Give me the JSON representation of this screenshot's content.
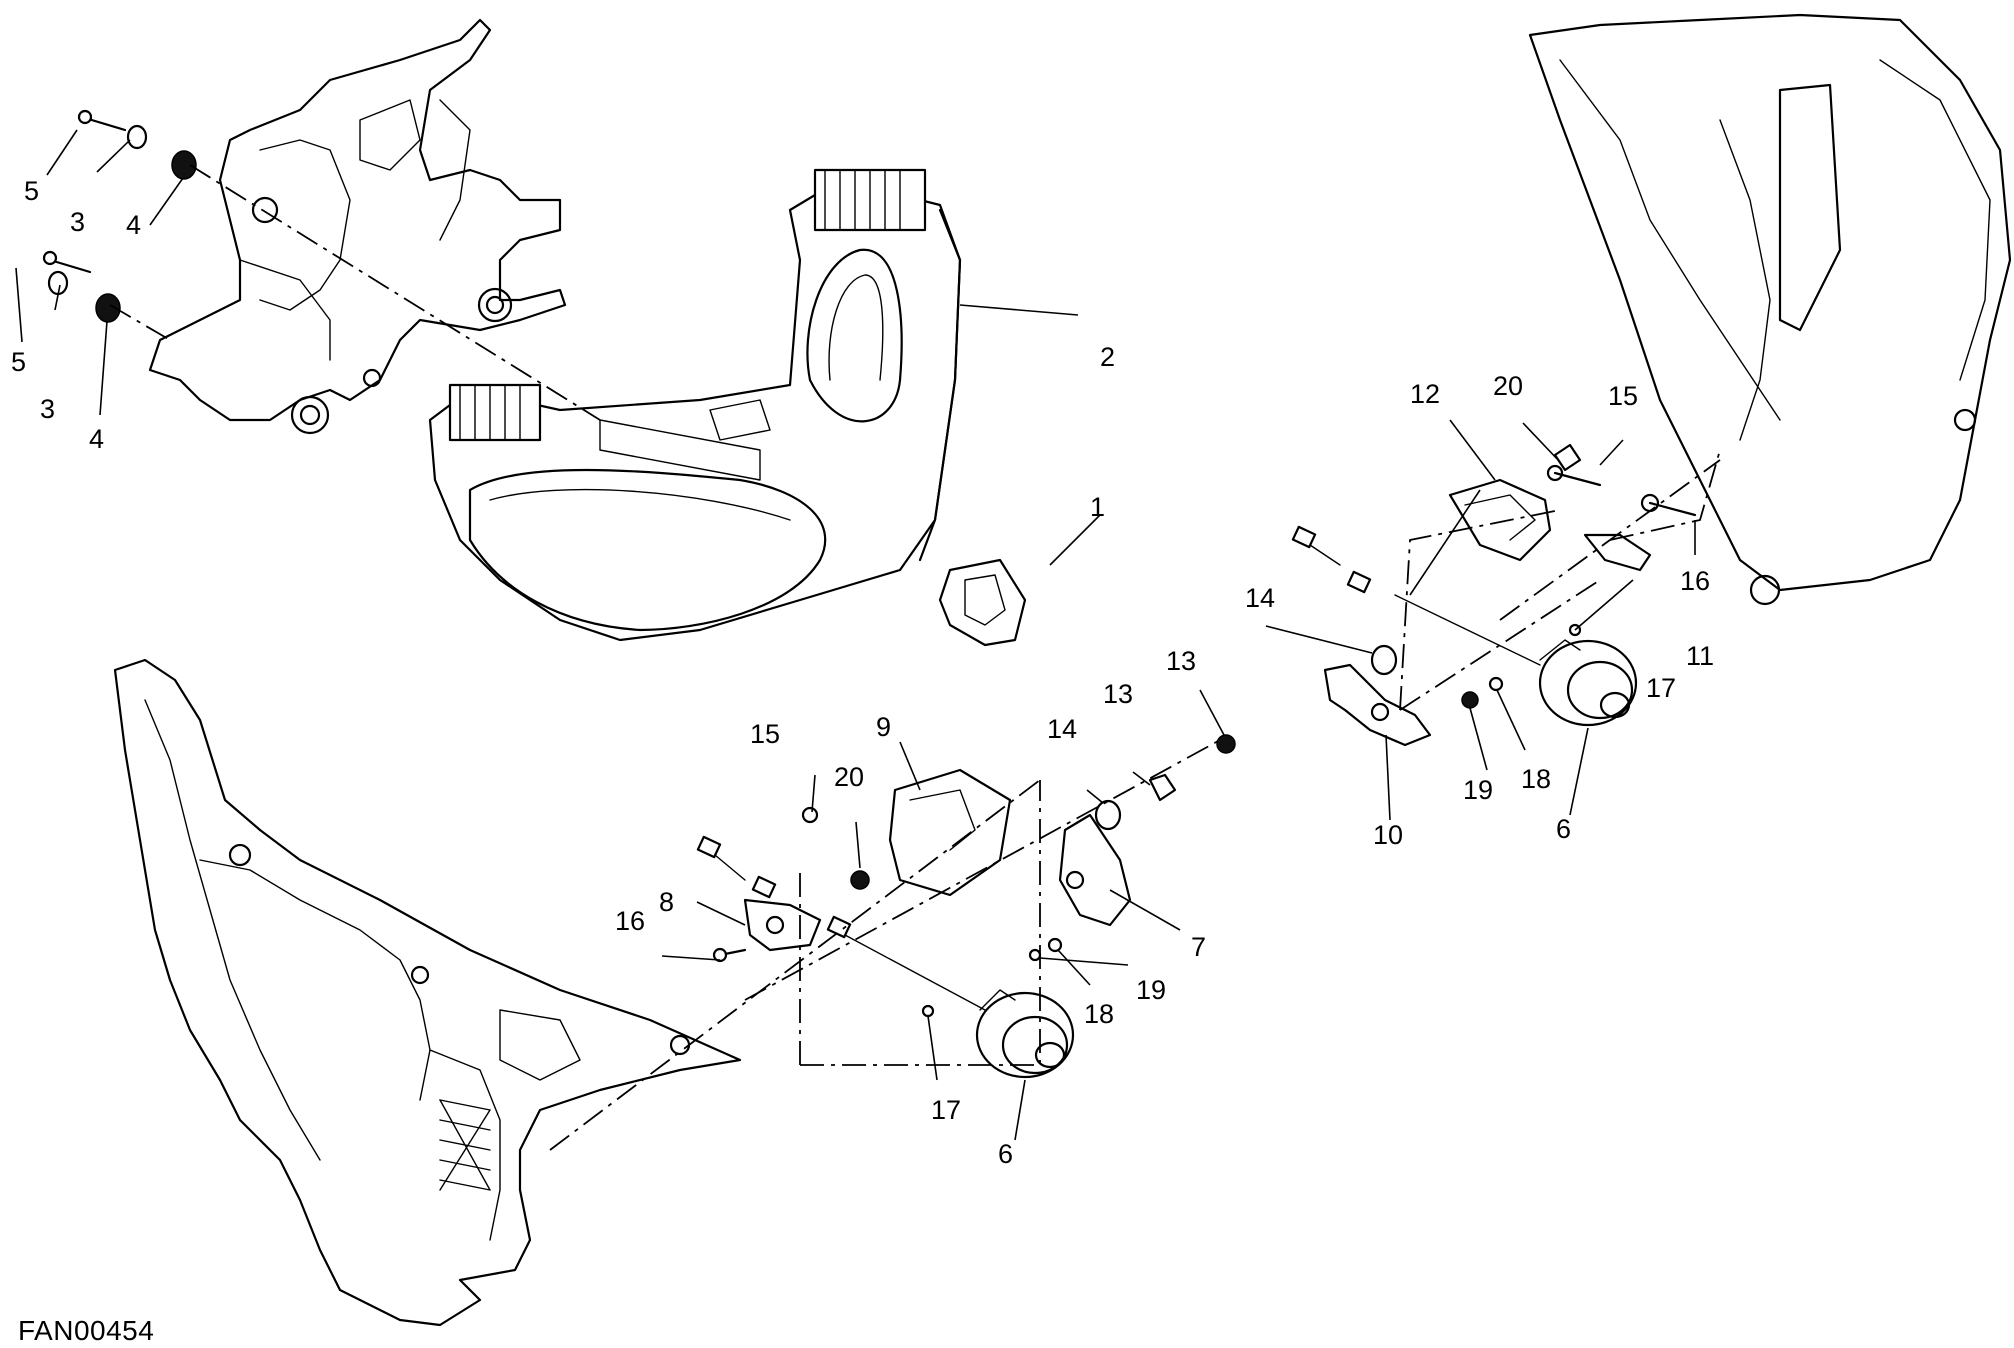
{
  "diagram": {
    "code": "FAN00454",
    "callouts": [
      {
        "id": "c1",
        "label": "1"
      },
      {
        "id": "c2",
        "label": "2"
      },
      {
        "id": "c3a",
        "label": "3"
      },
      {
        "id": "c3b",
        "label": "3"
      },
      {
        "id": "c4a",
        "label": "4"
      },
      {
        "id": "c4b",
        "label": "4"
      },
      {
        "id": "c5a",
        "label": "5"
      },
      {
        "id": "c5b",
        "label": "5"
      },
      {
        "id": "c6a",
        "label": "6"
      },
      {
        "id": "c6b",
        "label": "6"
      },
      {
        "id": "c7",
        "label": "7"
      },
      {
        "id": "c8",
        "label": "8"
      },
      {
        "id": "c9",
        "label": "9"
      },
      {
        "id": "c10",
        "label": "10"
      },
      {
        "id": "c11",
        "label": "11"
      },
      {
        "id": "c12",
        "label": "12"
      },
      {
        "id": "c13a",
        "label": "13"
      },
      {
        "id": "c13b",
        "label": "13"
      },
      {
        "id": "c14a",
        "label": "14"
      },
      {
        "id": "c14b",
        "label": "14"
      },
      {
        "id": "c15a",
        "label": "15"
      },
      {
        "id": "c15b",
        "label": "15"
      },
      {
        "id": "c16a",
        "label": "16"
      },
      {
        "id": "c16b",
        "label": "16"
      },
      {
        "id": "c17a",
        "label": "17"
      },
      {
        "id": "c17b",
        "label": "17"
      },
      {
        "id": "c18a",
        "label": "18"
      },
      {
        "id": "c18b",
        "label": "18"
      },
      {
        "id": "c19a",
        "label": "19"
      },
      {
        "id": "c19b",
        "label": "19"
      },
      {
        "id": "c20a",
        "label": "20"
      },
      {
        "id": "c20b",
        "label": "20"
      }
    ]
  }
}
